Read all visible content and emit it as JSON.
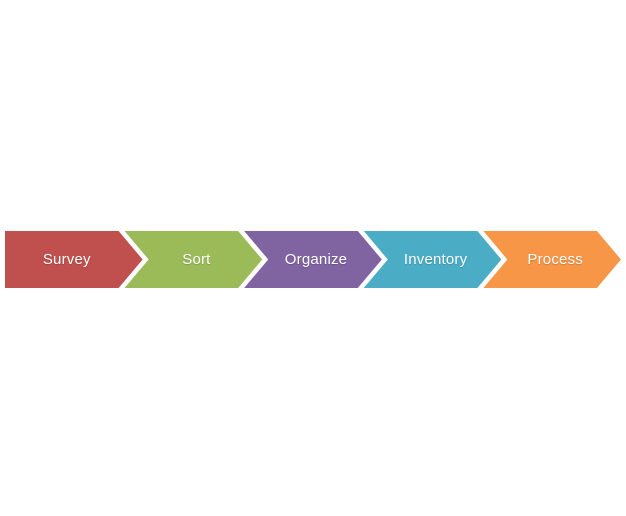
{
  "diagram": {
    "type": "process-flow",
    "orientation": "horizontal",
    "background_color": "#ffffff",
    "text_color": "#ffffff",
    "steps": [
      {
        "label": "Survey",
        "color": "#c0504d"
      },
      {
        "label": "Sort",
        "color": "#9bbb59"
      },
      {
        "label": "Organize",
        "color": "#8064a2"
      },
      {
        "label": "Inventory",
        "color": "#4bacc6"
      },
      {
        "label": "Process",
        "color": "#f79646"
      }
    ]
  }
}
